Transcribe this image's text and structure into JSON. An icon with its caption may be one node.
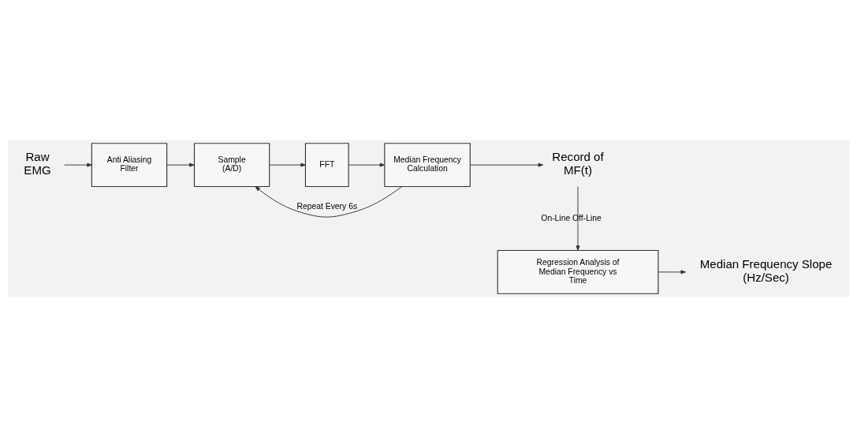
{
  "diagram": {
    "nodes": [
      {
        "text": [
          "Raw EMG"
        ]
      },
      {
        "text": [
          "Anti Aliasing Filter"
        ]
      },
      {
        "text": [
          "Sample (A/D)"
        ]
      },
      {
        "text": [
          "FFT"
        ]
      },
      {
        "text": [
          "Median Frequency Calculation"
        ]
      },
      {
        "text": [
          "Record of MF(t)"
        ]
      },
      {
        "text": [
          "Regression Analysis of Median Frequency vs Time"
        ]
      },
      {
        "text": [
          "Median Frequency Slope (Hz/Sec)"
        ]
      }
    ],
    "edges": [
      {
        "from": 0,
        "to": 1,
        "arrow": "to"
      },
      {
        "from": 1,
        "to": 2,
        "arrow": "to"
      },
      {
        "from": 2,
        "to": 3,
        "arrow": "to"
      },
      {
        "from": 3,
        "to": 4,
        "arrow": "to"
      },
      {
        "from": 4,
        "to": 5,
        "arrow": "to"
      },
      {
        "from": 4,
        "to": 2,
        "arrow": "to",
        "label": "Repeat Every 6s"
      },
      {
        "from": 5,
        "to": 6,
        "arrow": "to",
        "label": "On-Line Off-Line"
      },
      {
        "from": 6,
        "to": 7,
        "arrow": "to"
      }
    ]
  }
}
